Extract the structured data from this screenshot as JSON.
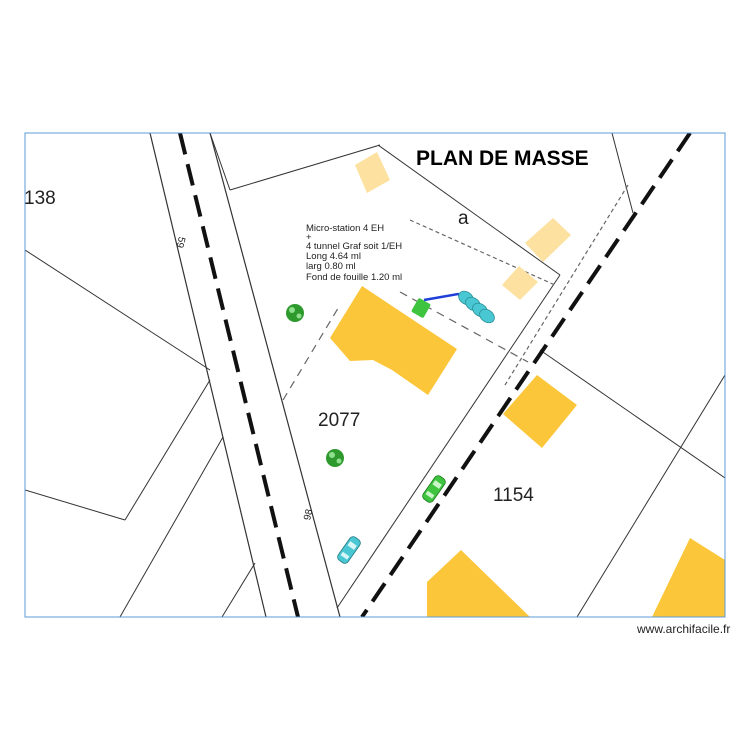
{
  "title": "PLAN DE MASSE",
  "parcels": {
    "p138": "138",
    "a": "a",
    "p2077": "2077",
    "p1154": "1154"
  },
  "road_labels": {
    "upper": "59",
    "lower": "98"
  },
  "annotation": {
    "line1": "Micro-station 4 EH",
    "line2": "+",
    "line3": "4 tunnel Graf soit 1/EH",
    "line4": "Long 4.64 ml",
    "line5": "larg 0.80 ml",
    "line6": "Fond de fouille 1.20 ml"
  },
  "credit": "www.archifacile.fr",
  "colors": {
    "building": "#fcc63a",
    "building_light": "#fde1a0",
    "tree": "#2e9a2e",
    "car_green": "#3ec43e",
    "car_teal": "#49c7d3",
    "pipe": "#1f3fd9",
    "frame": "#5b9bd5"
  }
}
